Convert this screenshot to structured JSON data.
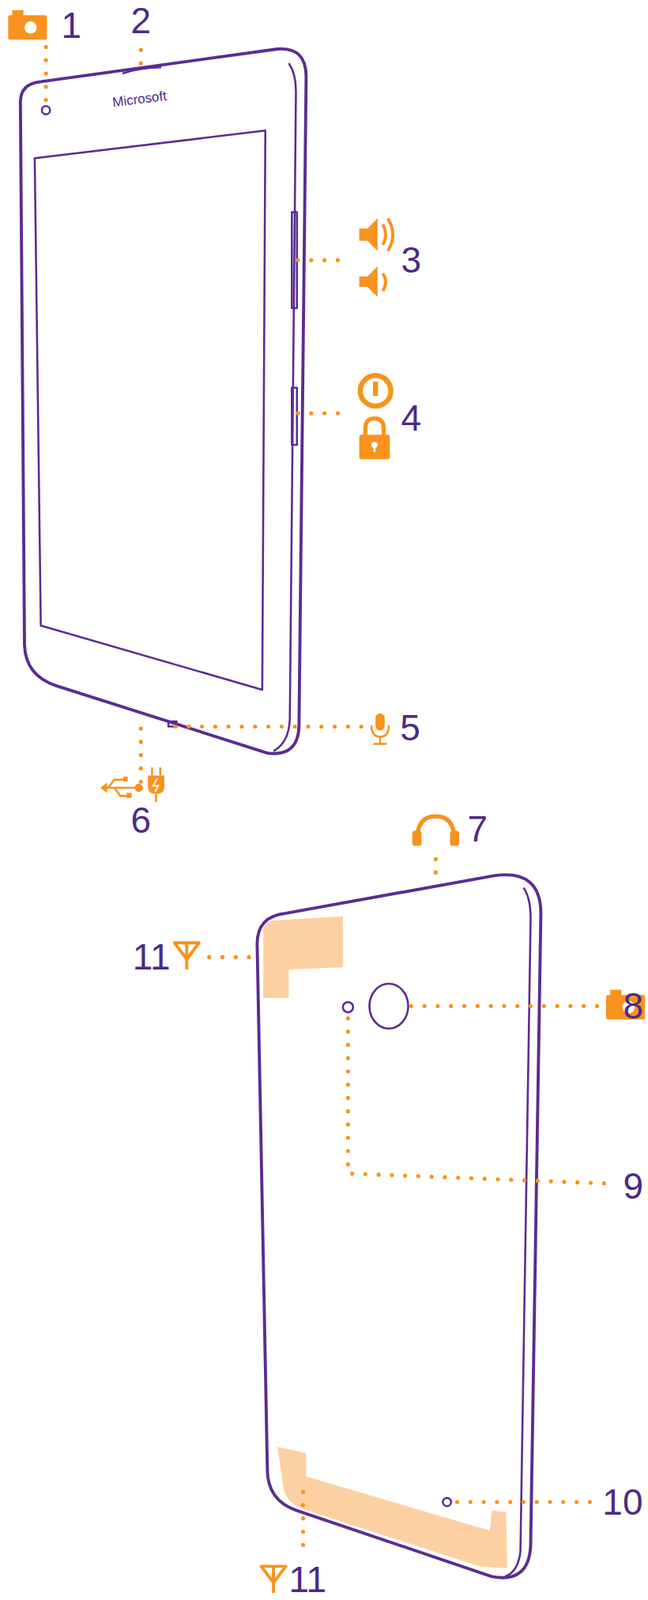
{
  "diagram": {
    "labels": [
      "1",
      "2",
      "Microsoft",
      "3",
      "4",
      "5",
      "6",
      "7",
      "11",
      "8",
      "9",
      "10",
      "11"
    ]
  }
}
